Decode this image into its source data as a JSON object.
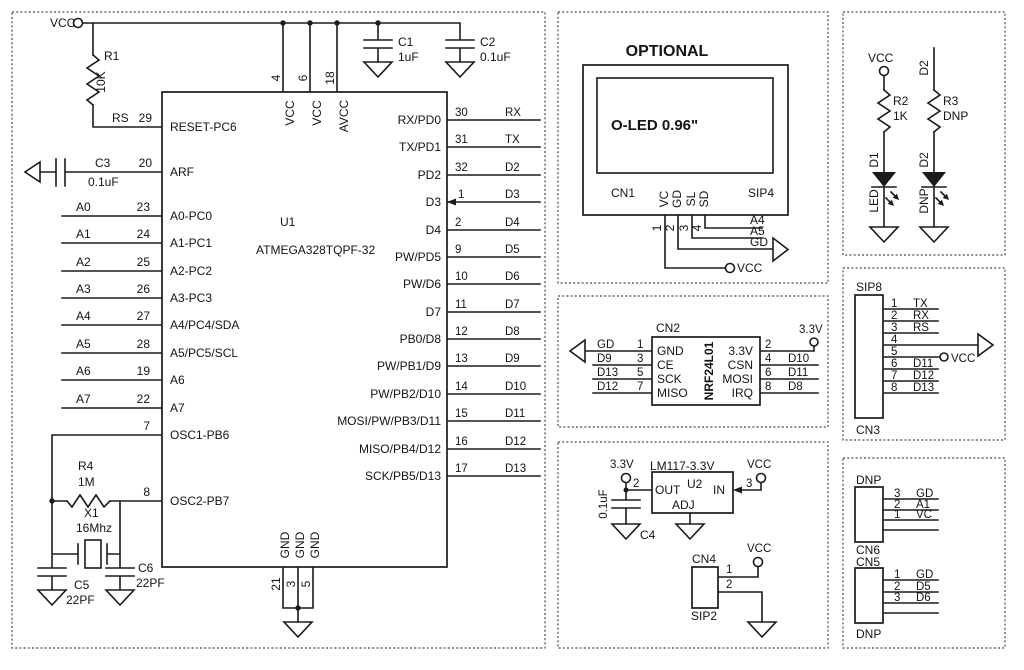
{
  "meta": {
    "ink": "#1b1b1b",
    "background": "#ffffff",
    "border_color": "#4a4a4a"
  },
  "mcu": {
    "ref": "U1",
    "part": "ATMEGA328TQPF-32",
    "vcc": "VCC",
    "r1_ref": "R1",
    "r1_val": "10K",
    "reset_net": "RS",
    "reset_pin": "29",
    "reset_name": "RESET-PC6",
    "c3_ref": "C3",
    "c3_val": "0.1uF",
    "aref_pin": "20",
    "aref_name": "ARF",
    "analog": [
      {
        "net": "A0",
        "pin": "23",
        "name": "A0-PC0"
      },
      {
        "net": "A1",
        "pin": "24",
        "name": "A1-PC1"
      },
      {
        "net": "A2",
        "pin": "25",
        "name": "A2-PC2"
      },
      {
        "net": "A3",
        "pin": "26",
        "name": "A3-PC3"
      },
      {
        "net": "A4",
        "pin": "27",
        "name": "A4/PC4/SDA"
      },
      {
        "net": "A5",
        "pin": "28",
        "name": "A5/PC5/SCL"
      },
      {
        "net": "A6",
        "pin": "19",
        "name": "A6"
      },
      {
        "net": "A7",
        "pin": "22",
        "name": "A7"
      }
    ],
    "osc1_pin": "7",
    "osc1_name": "OSC1-PB6",
    "osc2_pin": "8",
    "osc2_name": "OSC2-PB7",
    "r4_ref": "R4",
    "r4_val": "1M",
    "x1_ref": "X1",
    "x1_val": "16Mhz",
    "c5_ref": "C5",
    "c5_val": "22PF",
    "c6_ref": "C6",
    "c6_val": "22PF",
    "power": [
      {
        "pin": "4",
        "name": "VCC"
      },
      {
        "pin": "6",
        "name": "VCC"
      },
      {
        "pin": "18",
        "name": "AVCC"
      }
    ],
    "c1_ref": "C1",
    "c1_val": "1uF",
    "c2_ref": "C2",
    "c2_val": "0.1uF",
    "digital": [
      {
        "name": "RX/PD0",
        "pin": "30",
        "net": "RX"
      },
      {
        "name": "TX/PD1",
        "pin": "31",
        "net": "TX"
      },
      {
        "name": "PD2",
        "pin": "32",
        "net": "D2"
      },
      {
        "name": "D3",
        "pin": "1",
        "net": "D3"
      },
      {
        "name": "D4",
        "pin": "2",
        "net": "D4"
      },
      {
        "name": "PW/PD5",
        "pin": "9",
        "net": "D5"
      },
      {
        "name": "PW/D6",
        "pin": "10",
        "net": "D6"
      },
      {
        "name": "D7",
        "pin": "11",
        "net": "D7"
      },
      {
        "name": "PB0/D8",
        "pin": "12",
        "net": "D8"
      },
      {
        "name": "PW/PB1/D9",
        "pin": "13",
        "net": "D9"
      },
      {
        "name": "PW/PB2/D10",
        "pin": "14",
        "net": "D10"
      },
      {
        "name": "MOSI/PW/PB3/D11",
        "pin": "15",
        "net": "D11"
      },
      {
        "name": "MISO/PB4/D12",
        "pin": "16",
        "net": "D12"
      },
      {
        "name": "SCK/PB5/D13",
        "pin": "17",
        "net": "D13"
      }
    ],
    "gnd": [
      {
        "pin": "21",
        "name": "GND"
      },
      {
        "pin": "3",
        "name": "GND"
      },
      {
        "pin": "5",
        "name": "GND"
      }
    ]
  },
  "optional": {
    "title": "OPTIONAL",
    "display": "O-LED 0.96\"",
    "cn": "CN1",
    "sip": "SIP4",
    "pin_names": [
      "VC",
      "GD",
      "SL",
      "SD"
    ],
    "pin_nums": [
      "1",
      "2",
      "3",
      "4"
    ],
    "nets": {
      "a4": "A4",
      "a5": "A5",
      "gd": "GD",
      "vcc": "VCC"
    }
  },
  "nrf": {
    "cn": "CN2",
    "part": "NRF24L01",
    "rail": "3.3V",
    "left_pins": [
      "GND",
      "CE",
      "SCK",
      "MISO"
    ],
    "right_pins": [
      "3.3V",
      "CSN",
      "MOSI",
      "IRQ"
    ],
    "left_nets": [
      "GD",
      "D9",
      "D13",
      "D12"
    ],
    "left_nums": [
      "1",
      "3",
      "5",
      "7"
    ],
    "right_nums": [
      "2",
      "4",
      "6",
      "8"
    ],
    "right_nets": [
      "D10",
      "D11",
      "D8"
    ]
  },
  "reg": {
    "rail33": "3.3V",
    "part": "LM117-3.3V",
    "vcc": "VCC",
    "ref": "U2",
    "out_num": "2",
    "in_num": "3",
    "out": "OUT",
    "in": "IN",
    "adj": "ADJ",
    "c4_ref": "C4",
    "c4_val": "0.1uF",
    "cn4": "CN4",
    "sip2": "SIP2",
    "cn4_vcc": "VCC",
    "cn4_p1": "1",
    "cn4_p2": "2"
  },
  "leds": {
    "vcc": "VCC",
    "r2_ref": "R2",
    "r2_val": "1K",
    "d1_ref": "D1",
    "d1_label": "LED",
    "d2_net": "D2",
    "r3_ref": "R3",
    "r3_val": "DNP",
    "d2_ref": "D2",
    "d2_label": "DNP"
  },
  "sip8": {
    "title": "SIP8",
    "cn": "CN3",
    "vcc": "VCC",
    "nums": [
      "1",
      "2",
      "3",
      "4",
      "5",
      "6",
      "7",
      "8"
    ],
    "nets": [
      "TX",
      "RX",
      "RS",
      "",
      "",
      "D11",
      "D12",
      "D13"
    ]
  },
  "dnp": {
    "top": "DNP",
    "cn6": "CN6",
    "cn5": "CN5",
    "bottom": "DNP",
    "cn6_nums": [
      "3",
      "2",
      "1"
    ],
    "cn6_nets": [
      "GD",
      "A1",
      "VC"
    ],
    "cn5_nums": [
      "1",
      "2",
      "3"
    ],
    "cn5_nets": [
      "GD",
      "D5",
      "D6"
    ]
  }
}
